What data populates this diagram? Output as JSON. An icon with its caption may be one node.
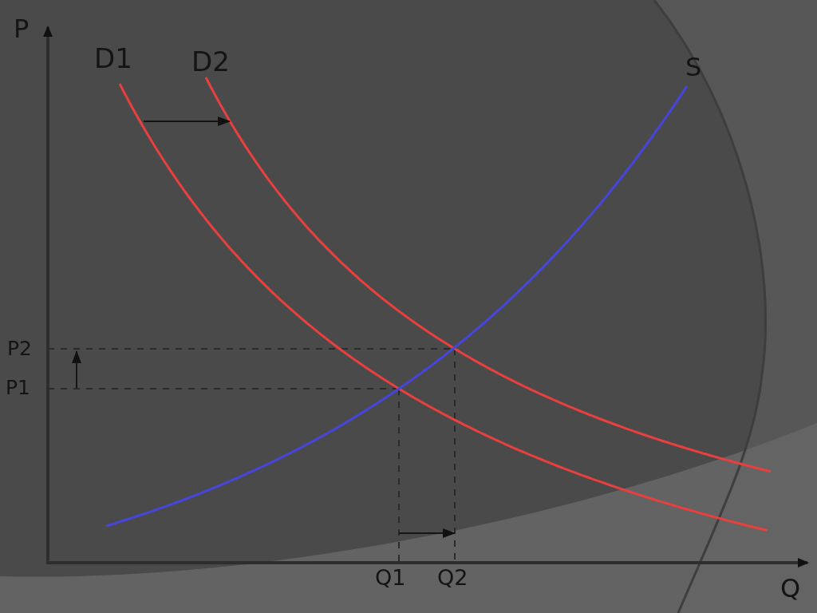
{
  "diagram": {
    "labels": [
      "P",
      "D1",
      "D2",
      "S",
      "P2",
      "P1",
      "Q1",
      "Q2",
      "Q"
    ]
  }
}
